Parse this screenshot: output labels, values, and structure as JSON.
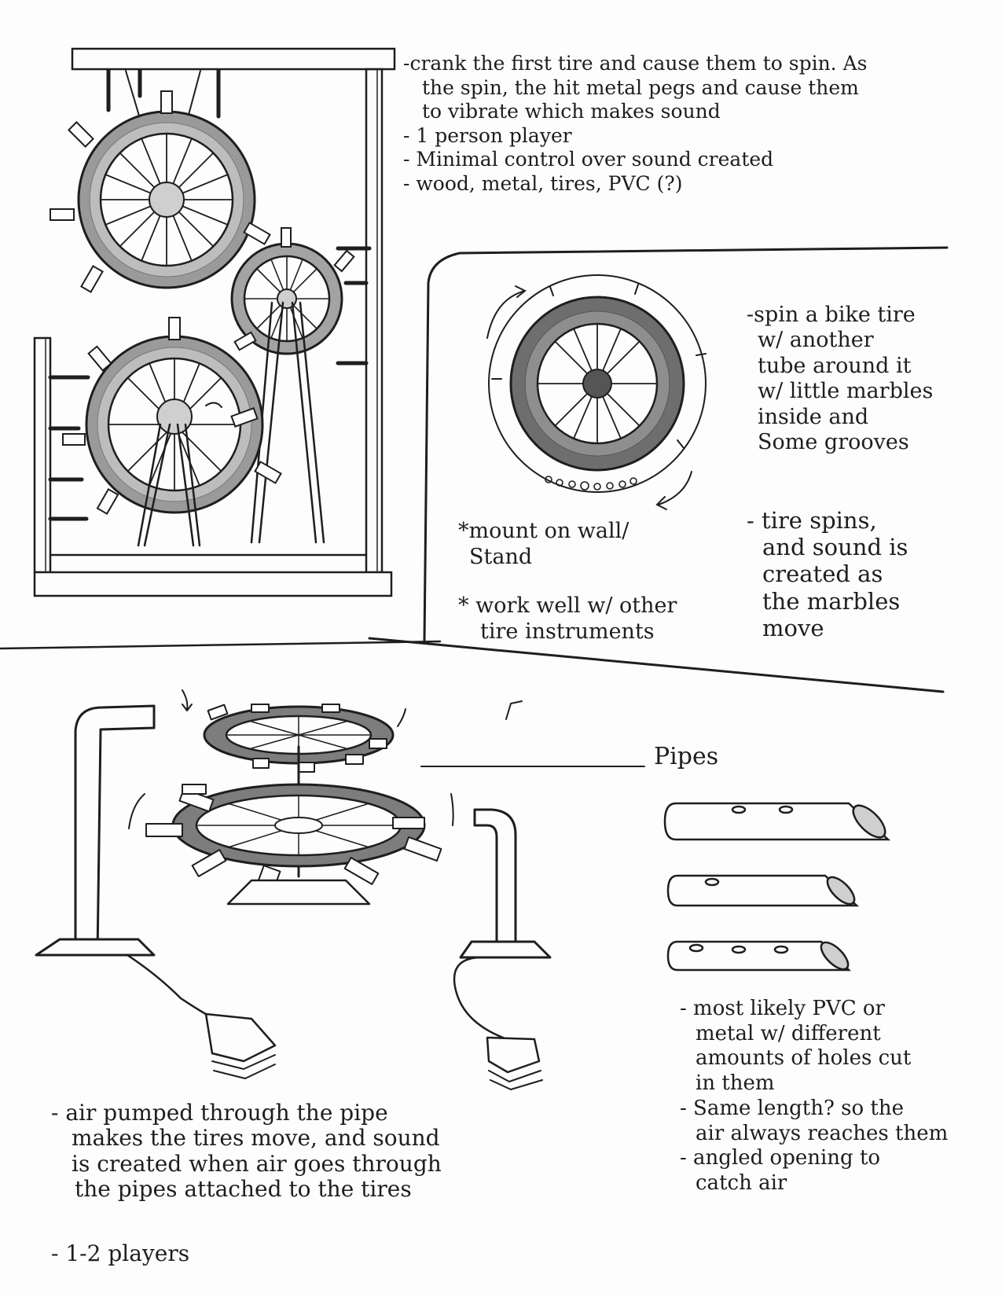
{
  "sketch_1": {
    "notes": [
      "-crank the first tire and cause them to spin. As",
      "the spin, the hit metal pegs and cause them",
      "to vibrate which makes sound",
      "- 1 person player",
      "- Minimal control over sound created",
      "- wood, metal, tires, PVC (?)"
    ]
  },
  "sketch_2": {
    "notes_right": [
      "-spin a bike tire",
      "w/ another",
      "tube around it",
      "w/ little marbles",
      "inside and",
      "Some grooves"
    ],
    "notes_right_2": [
      "- tire spins,",
      "and sound is",
      "created as",
      "the marbles",
      "move"
    ],
    "mount_note": [
      "*mount on wall/",
      "Stand"
    ],
    "work_note": [
      "* work well w/ other",
      "tire instruments"
    ]
  },
  "sketch_3": {
    "pipes_label": "Pipes",
    "notes_left": [
      "- air pumped through the pipe",
      "makes the tires move, and sound",
      "is created when air goes through",
      "the pipes attached to the tires"
    ],
    "players": "- 1-2 players",
    "notes_right": [
      "- most likely PVC or",
      "metal w/ different",
      "amounts of holes cut",
      "in them",
      "- Same length? so the",
      "air always reaches them",
      "- angled opening to",
      "catch air"
    ]
  },
  "colors": {
    "ink": "#1e1e1e",
    "shade_dark": "#6e6e6e",
    "shade_light": "#a9a9a9",
    "paper": "#fdfdfd"
  }
}
